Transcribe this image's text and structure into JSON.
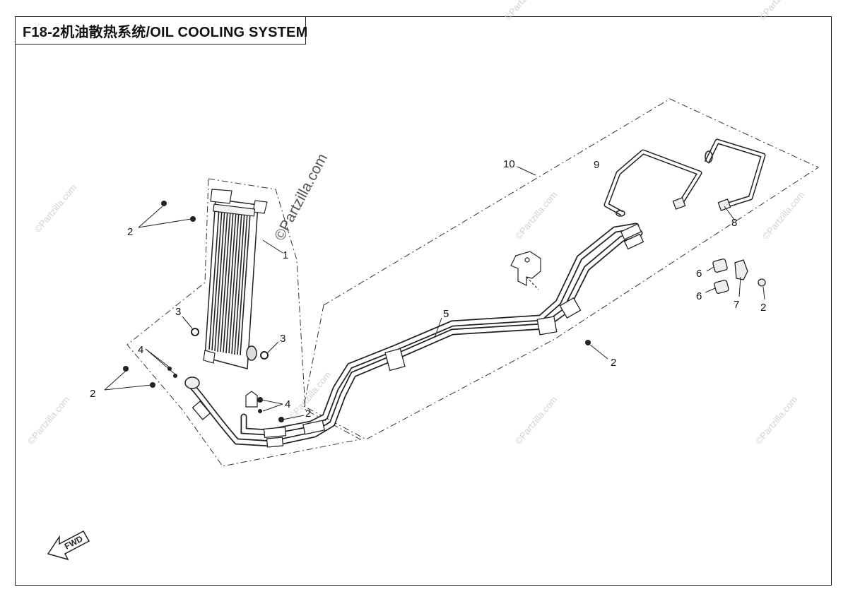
{
  "title": "F18-2机油散热系统/OIL COOLING SYSTEM",
  "watermark_main": "©Partzilla.com",
  "watermark_small": "©Partzilla.com",
  "fwd_label": "FWD",
  "callouts": {
    "c1": "1",
    "c2a": "2",
    "c2b": "2",
    "c2c": "2",
    "c2d": "2",
    "c2e": "2",
    "c3a": "3",
    "c3b": "3",
    "c4a": "4",
    "c4b": "4",
    "c5": "5",
    "c6a": "6",
    "c6b": "6",
    "c7": "7",
    "c8": "8",
    "c9": "9",
    "c10": "10"
  },
  "colors": {
    "line": "#222222",
    "watermark": "#d2d2d2"
  }
}
